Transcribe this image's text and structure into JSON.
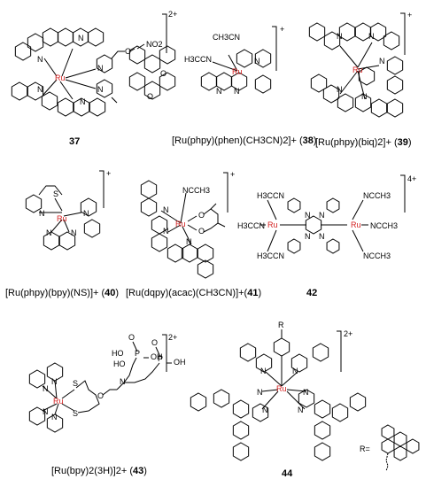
{
  "compounds": [
    {
      "id": "37",
      "charge": "2+",
      "label_text": "",
      "number": "37"
    },
    {
      "id": "38",
      "charge": "+",
      "label_text": "[Ru(phpy)(phen)(CH3CN)2]+ (",
      "number": "38",
      "label_close": ")"
    },
    {
      "id": "39",
      "charge": "+",
      "label_text": "[Ru(phpy)(biq)2]+ (",
      "number": "39",
      "label_close": ")"
    },
    {
      "id": "40",
      "charge": "+",
      "label_text": "[Ru(phpy)(bpy)(NS)]+ (",
      "number": "40",
      "label_close": ")"
    },
    {
      "id": "41",
      "charge": "+",
      "label_text": "[Ru(dqpy)(acac)(CH3CN)]+(",
      "number": "41",
      "label_close": ")"
    },
    {
      "id": "42",
      "charge": "4+",
      "label_text": "",
      "number": "42"
    },
    {
      "id": "43",
      "charge": "2+",
      "label_text": "[Ru(bpy)2(3H)]2+ (",
      "number": "43",
      "label_close": ")"
    },
    {
      "id": "44",
      "charge": "2+",
      "label_text": "",
      "number": "44"
    }
  ],
  "atoms": {
    "ru": "Ru",
    "n": "N",
    "s": "S",
    "o": "O",
    "p": "P",
    "oh": "OH",
    "ho": "HO",
    "no2": "NO2",
    "ch3cn": "CH3CN",
    "h3ccn": "H3CCN",
    "ncch3": "NCCH3",
    "r": "R",
    "r_eq": "R="
  }
}
